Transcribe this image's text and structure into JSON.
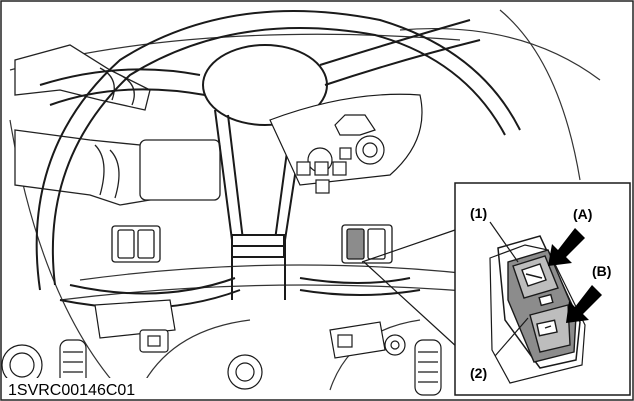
{
  "figure": {
    "drawing_code": "1SVRC00146C01"
  },
  "callouts": {
    "part_1": "(1)",
    "part_2": "(2)",
    "position_a": "(A)",
    "position_b": "(B)"
  },
  "colors": {
    "line": "#1a1a1a",
    "shade": "#8c8c8c",
    "light_shade": "#bdbdbd",
    "background": "#ffffff"
  },
  "icons": [
    "steering-wheel-icon",
    "switch-panel-icon",
    "rocker-switch-icon",
    "arrow-icon"
  ]
}
